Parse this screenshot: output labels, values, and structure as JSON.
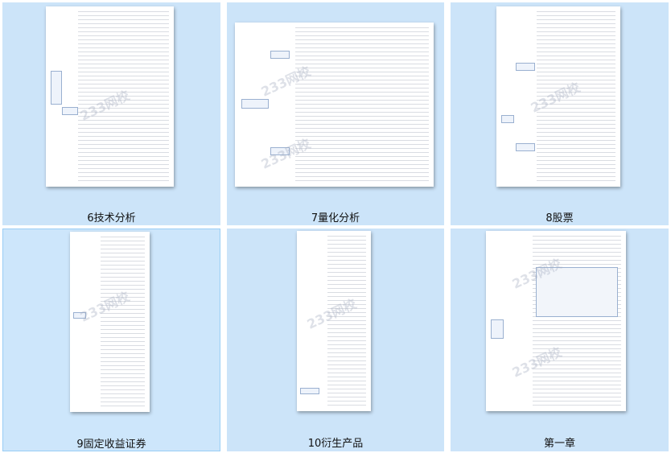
{
  "items": [
    {
      "label": "6技术分析",
      "selected": false
    },
    {
      "label": "7量化分析",
      "selected": false
    },
    {
      "label": "8股票",
      "selected": false
    },
    {
      "label": "9固定收益证券",
      "selected": true
    },
    {
      "label": "10衍生产品",
      "selected": false
    },
    {
      "label": "第一章",
      "selected": false
    }
  ],
  "watermark": "233网校",
  "colors": {
    "cell_bg": "#cce4f9",
    "selected_border": "#99cdf5"
  }
}
